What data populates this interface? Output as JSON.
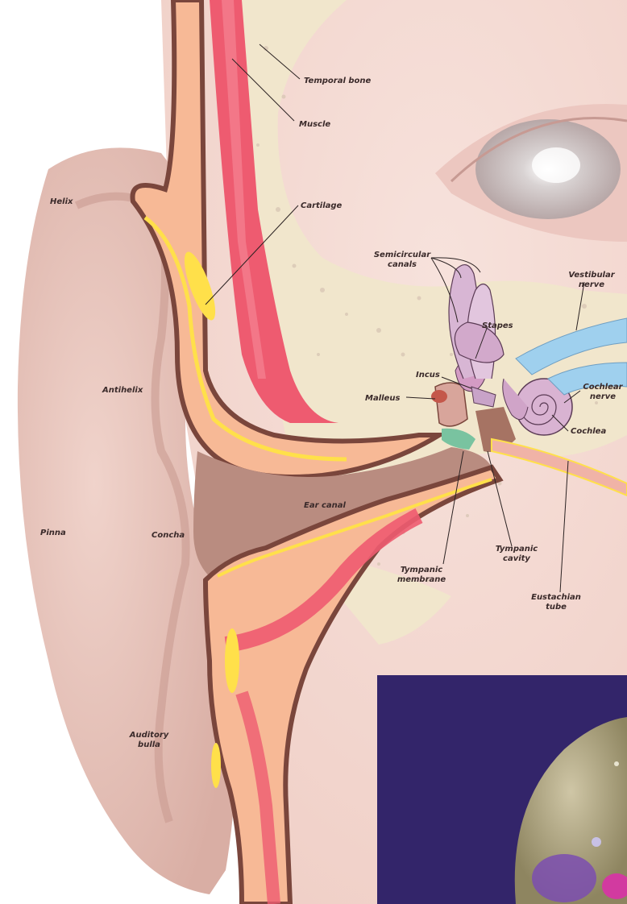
{
  "labels": {
    "temporal_bone": "Temporal bone",
    "muscle": "Muscle",
    "cartilage": "Cartilage",
    "helix": "Helix",
    "semicircular_canals": [
      "Semicircular",
      "canals"
    ],
    "vestibular_nerve": [
      "Vestibular",
      "nerve"
    ],
    "stapes": "Stapes",
    "antihelix": "Antihelix",
    "incus": "Incus",
    "malleus": "Malleus",
    "cochlear_nerve": [
      "Cochlear",
      "nerve"
    ],
    "cochlea": "Cochlea",
    "ear_canal": "Ear canal",
    "pinna": "Pinna",
    "concha": "Concha",
    "tympanic_cavity": [
      "Tympanic",
      "cavity"
    ],
    "tympanic_membrane": [
      "Tympanic",
      "membrane"
    ],
    "eustachian_tube": [
      "Eustachian",
      "tube"
    ],
    "auditory_bulla": [
      "Auditory",
      "bulla"
    ]
  },
  "colors": {
    "skin": "#f4d6cf",
    "ear": "#e8c4bc",
    "bone": "#f1e6cc",
    "muscle": "#ee5b70",
    "cartilage": "#f7b996",
    "yellow": "#ffe04a",
    "brown": "#7a463c",
    "inset_bg": "#33256a"
  }
}
